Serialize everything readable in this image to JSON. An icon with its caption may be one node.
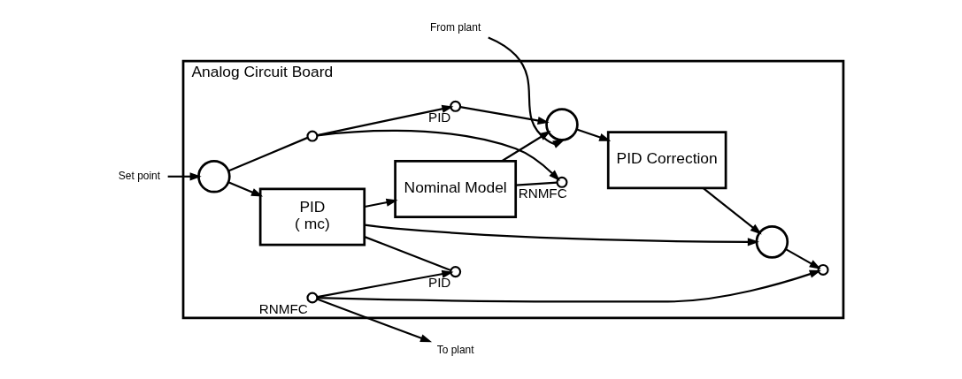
{
  "diagram": {
    "nodes": [
      {
        "text": [
          "Analog Circuit Board"
        ]
      },
      {
        "text": [
          "Set point"
        ]
      },
      {
        "text": [],
        "shape": "circle",
        "in": 0
      },
      {
        "text": [
          "PID",
          "( mc)"
        ],
        "in": 0
      },
      {
        "text": [
          "Nominal Model"
        ],
        "in": 0
      },
      {
        "text": [],
        "shape": "circle",
        "in": 0
      },
      {
        "text": [
          "PID Correction"
        ],
        "in": 0
      },
      {
        "text": [],
        "shape": "circle",
        "in": 0
      },
      {
        "text": [],
        "shape": "circle",
        "in": 0
      },
      {
        "text": [],
        "shape": "circle",
        "in": 0,
        "beside": [
          "RNMFC"
        ]
      },
      {
        "text": [],
        "shape": "circle",
        "in": 0,
        "beside": [
          "PID"
        ]
      },
      {
        "text": [
          "To plant"
        ]
      },
      {
        "text": [
          "From plant"
        ]
      },
      {
        "text": [],
        "shape": "circle",
        "in": 0
      },
      {
        "text": [],
        "shape": "circle",
        "in": 0,
        "beside": [
          "RNMFC"
        ]
      },
      {
        "text": [],
        "shape": "circle",
        "in": 0,
        "beside": [
          "PID"
        ]
      }
    ],
    "edges": [
      {
        "from": 1,
        "to": 2,
        "arrow": "to"
      },
      {
        "from": 2,
        "to": 3,
        "arrow": "to"
      },
      {
        "from": 3,
        "to": 4,
        "arrow": "to"
      },
      {
        "from": 3,
        "to": 7,
        "arrow": "to"
      },
      {
        "from": 3,
        "to": 10,
        "arrow": "none"
      },
      {
        "from": 4,
        "to": 5,
        "arrow": "to"
      },
      {
        "from": 4,
        "to": 14,
        "arrow": "none"
      },
      {
        "from": 5,
        "to": 6,
        "arrow": "to"
      },
      {
        "from": 6,
        "to": 7,
        "arrow": "to"
      },
      {
        "from": 7,
        "to": 8,
        "arrow": "to"
      },
      {
        "from": 9,
        "to": 8,
        "arrow": "to"
      },
      {
        "from": 9,
        "to": 10,
        "arrow": "to"
      },
      {
        "from": 9,
        "to": 11,
        "arrow": "to"
      },
      {
        "from": 12,
        "to": 5,
        "arrow": "to"
      },
      {
        "from": 15,
        "to": 5,
        "arrow": "to"
      },
      {
        "from": 2,
        "to": 13,
        "arrow": "none"
      },
      {
        "from": 13,
        "to": 14,
        "arrow": "to"
      },
      {
        "from": 13,
        "to": 15,
        "arrow": "to"
      }
    ]
  }
}
